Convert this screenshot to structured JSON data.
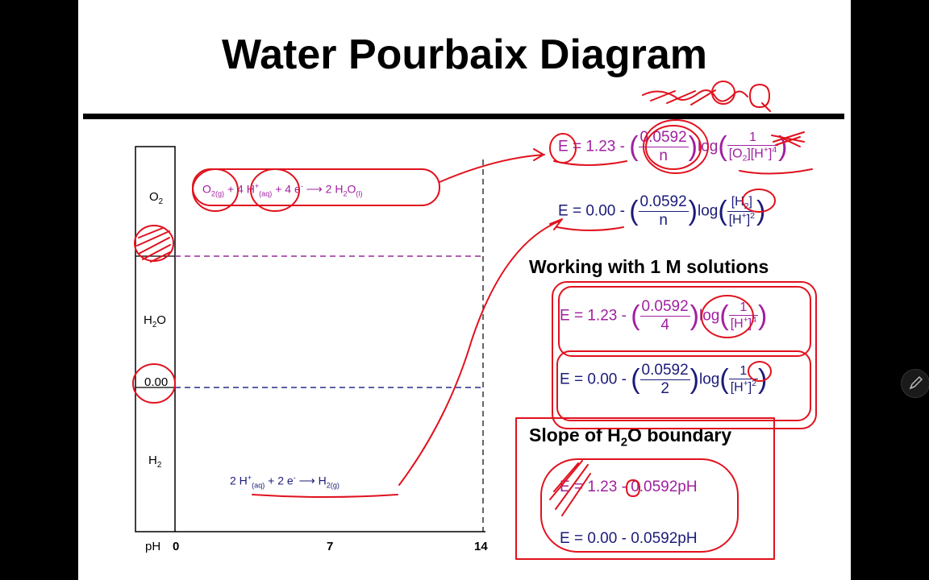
{
  "slide": {
    "title": "Water Pourbaix Diagram"
  },
  "diagram": {
    "regions": {
      "o2": "O",
      "o2_sub": "2",
      "h2o_h": "H",
      "h2o_sub": "2",
      "h2o_o": "O",
      "zero_value": "0.00",
      "h2": "H",
      "h2_sub": "2"
    },
    "axis": {
      "label": "pH",
      "ticks": [
        "0",
        "7",
        "14"
      ]
    },
    "reaction_oxygen": {
      "o2": "O",
      "o2_sub": "2(g)",
      "plus1": "+",
      "h": "4 H",
      "h_sup": "+",
      "h_sub": "(aq)",
      "plus2": "+",
      "e": "4 e",
      "e_sup": "-",
      "arrow": "⟶",
      "product": "2 H",
      "product_sub": "2",
      "product_o": "O",
      "product_state": "(l)"
    },
    "reaction_hydrogen": {
      "h": "2 H",
      "h_sup": "+",
      "h_sub": "(aq)",
      "plus": "+",
      "e": "2 e",
      "e_sup": "-",
      "arrow": "⟶",
      "product": "H",
      "product_sub": "2(g)"
    }
  },
  "nernst": {
    "eq1": {
      "lhs": "E",
      "eq": "= 1.23",
      "minus": "-",
      "num": "0.0592",
      "den": "n",
      "log": "log",
      "q_num": "1",
      "q_den": "[O",
      "q_den_sub": "2",
      "q_den2": "][H",
      "q_den_sup1": "+",
      "q_den3": "]",
      "q_den_sup2": "4"
    },
    "eq2": {
      "lhs": "E",
      "eq": "= 0.00",
      "minus": "-",
      "num": "0.0592",
      "den": "n",
      "log": "log",
      "q_num": "[H",
      "q_num_sub": "2",
      "q_num2": "]",
      "q_den": "[H",
      "q_den_sup1": "+",
      "q_den2": "]",
      "q_den_sup2": "2"
    }
  },
  "working": {
    "heading": "Working with 1 M solutions",
    "eq1": {
      "lhs": "E",
      "eq": "= 1.23",
      "minus": "-",
      "num": "0.0592",
      "den": "4",
      "log": "log",
      "q_num": "1",
      "q_den": "[H",
      "q_den_sup1": "+",
      "q_den2": "]",
      "q_den_sup2": "4"
    },
    "eq2": {
      "lhs": "E",
      "eq": "= 0.00",
      "minus": "-",
      "num": "0.0592",
      "den": "2",
      "log": "log",
      "q_num": "1",
      "q_den": "[H",
      "q_den_sup1": "+",
      "q_den2": "]",
      "q_den_sup2": "2"
    }
  },
  "slope": {
    "heading_a": "Slope of H",
    "heading_sub": "2",
    "heading_b": "O boundary",
    "line1": "E = 1.23 - 0.0592pH",
    "line2": "E = 0.00 - 0.0592pH"
  },
  "colors": {
    "purple": "#a020a0",
    "navy": "#1b1b7a",
    "annotation_red": "#e0121e",
    "dashed_purple": "#9a2a9a",
    "dashed_navy": "#2a2a8a"
  },
  "icons": [
    "pencil-icon"
  ]
}
